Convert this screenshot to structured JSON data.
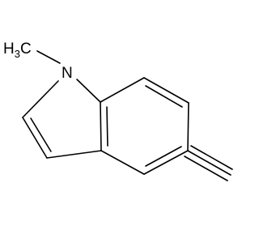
{
  "molecule": {
    "methyl": {
      "h": "H",
      "h_count": "3",
      "c": "C"
    },
    "nitrogen": "N"
  },
  "colors": {
    "bond": "#000000",
    "text": "#000000",
    "background": "#ffffff"
  }
}
